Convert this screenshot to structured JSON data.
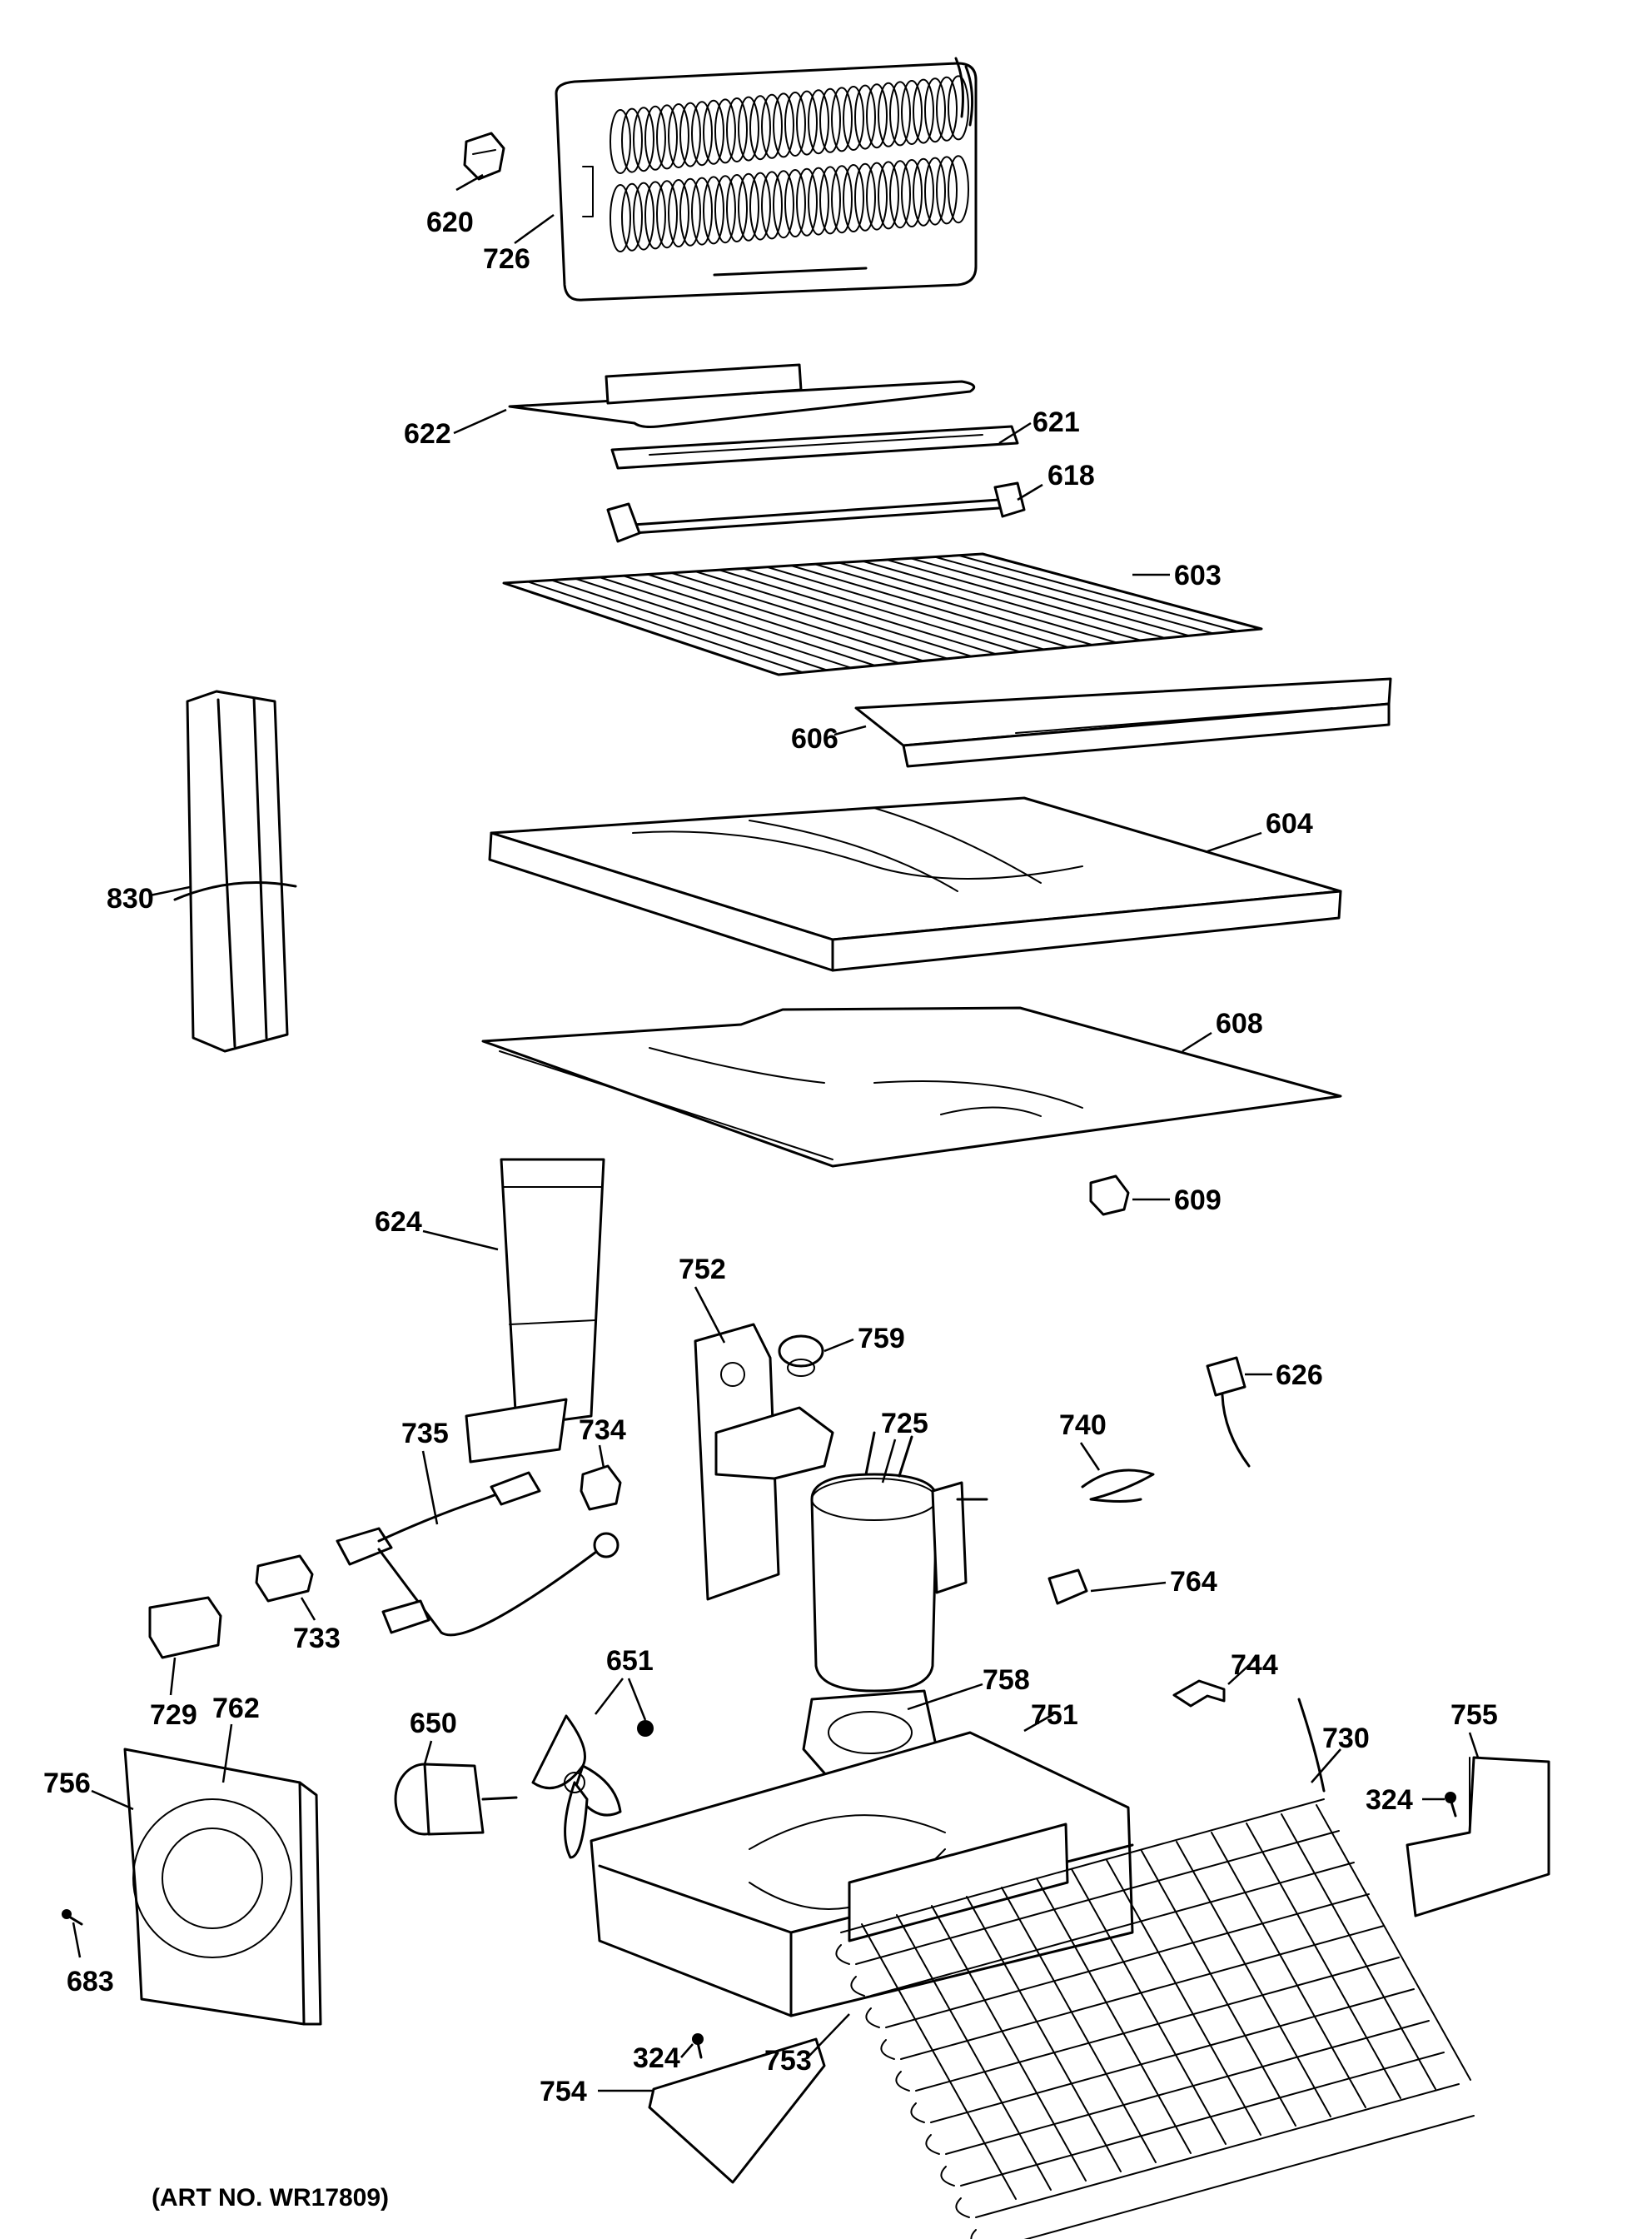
{
  "art_number": "(ART NO. WR17809)",
  "callouts": {
    "p620": "620",
    "p726": "726",
    "p622": "622",
    "p621": "621",
    "p618": "618",
    "p603": "603",
    "p606": "606",
    "p604": "604",
    "p830": "830",
    "p608": "608",
    "p609": "609",
    "p624": "624",
    "p752": "752",
    "p759": "759",
    "p626": "626",
    "p725": "725",
    "p740": "740",
    "p734": "734",
    "p735": "735",
    "p764": "764",
    "p733": "733",
    "p729": "729",
    "p744": "744",
    "p651": "651",
    "p758": "758",
    "p762": "762",
    "p650": "650",
    "p751": "751",
    "p755": "755",
    "p730": "730",
    "p756": "756",
    "p324a": "324",
    "p683": "683",
    "p753": "753",
    "p324b": "324",
    "p754": "754"
  }
}
